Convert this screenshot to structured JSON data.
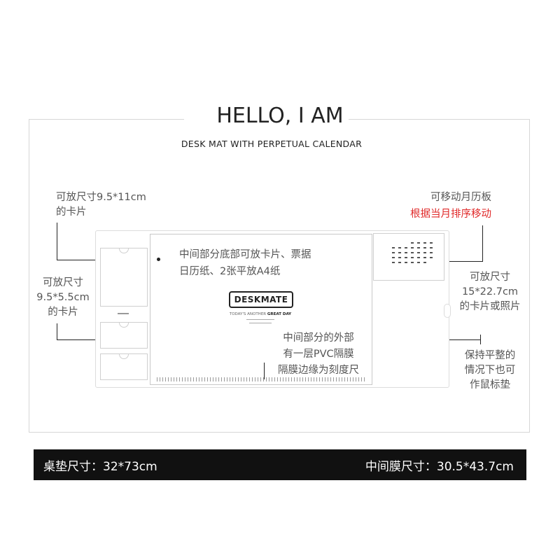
{
  "header": {
    "title": "HELLO, I AM",
    "subtitle": "DESK MAT WITH PERPETUAL CALENDAR"
  },
  "notes": {
    "card_small_top": [
      "可放尺寸9.5*11cm",
      "的卡片"
    ],
    "card_small_left": [
      "可放尺寸",
      "9.5*5.5cm",
      "的卡片"
    ],
    "calendar_board": "可移动月历板",
    "calendar_board_red": "根据当月排序移动",
    "middle_bottom": [
      "中间部分底部可放卡片、票据",
      "日历纸、2张平放A4纸"
    ],
    "pvc_film": [
      "中间部分的外部",
      "有一层PVC隔膜",
      "隔膜边缘为刻度尺"
    ],
    "right_card": [
      "可放尺寸",
      "15*22.7cm",
      "的卡片或照片"
    ],
    "mouse_pad": [
      "保持平整的",
      "情况下也可",
      "作鼠标垫"
    ]
  },
  "product": {
    "logo": "DESKMATE",
    "tagline_prefix": "TODAY'S ANOTHER ",
    "tagline_bold": "GREAT DAY"
  },
  "footer": {
    "mat_size": "桌垫尺寸：32*73cm",
    "film_size": "中间膜尺寸：30.5*43.7cm"
  },
  "colors": {
    "accent_red": "#e02a2a",
    "footer_bg": "#111111"
  }
}
